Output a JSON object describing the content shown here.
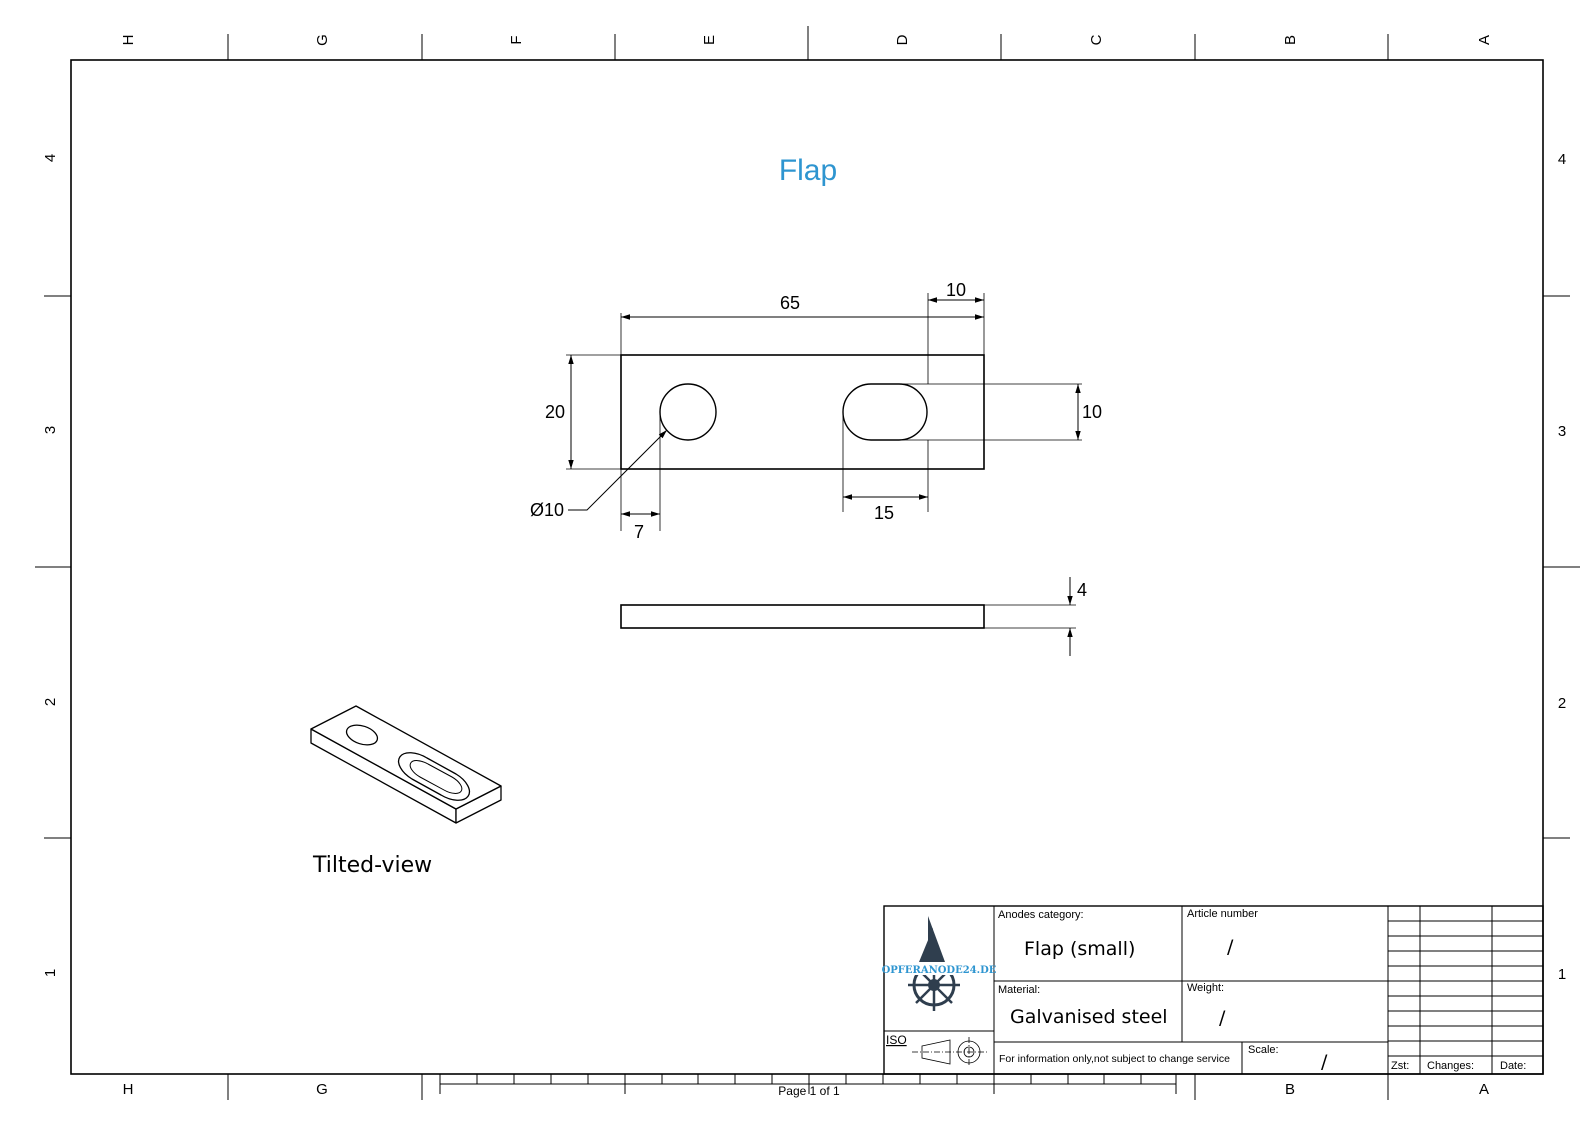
{
  "drawing": {
    "title": "Flap",
    "tilted_view_label": "Tilted-view",
    "page_label": "Page 1 of 1"
  },
  "zones": {
    "columns_top": [
      "H",
      "G",
      "F",
      "E",
      "D",
      "C",
      "B",
      "A"
    ],
    "columns_bottom": [
      "H",
      "G",
      "B",
      "A"
    ],
    "rows": [
      "4",
      "3",
      "2",
      "1"
    ]
  },
  "dimensions": {
    "overall_length": "65",
    "slot_end_offset": "10",
    "height": "20",
    "slot_width": "10",
    "hole_diameter": "Ø10",
    "hole_offset": "7",
    "slot_length": "15",
    "thickness": "4"
  },
  "title_block": {
    "logo_text": "OPFERANODE24.DE",
    "iso_label": "ISO",
    "category_label": "Anodes category:",
    "category_value": "Flap (small)",
    "article_label": "Article number",
    "article_value": "/",
    "material_label": "Material:",
    "material_value": "Galvanised steel",
    "weight_label": "Weight:",
    "weight_value": "/",
    "info_note": "For information only,not subject to change service",
    "scale_label": "Scale:",
    "scale_value": "/",
    "revision_headers": [
      "Zst:",
      "Changes:",
      "Date:"
    ]
  }
}
